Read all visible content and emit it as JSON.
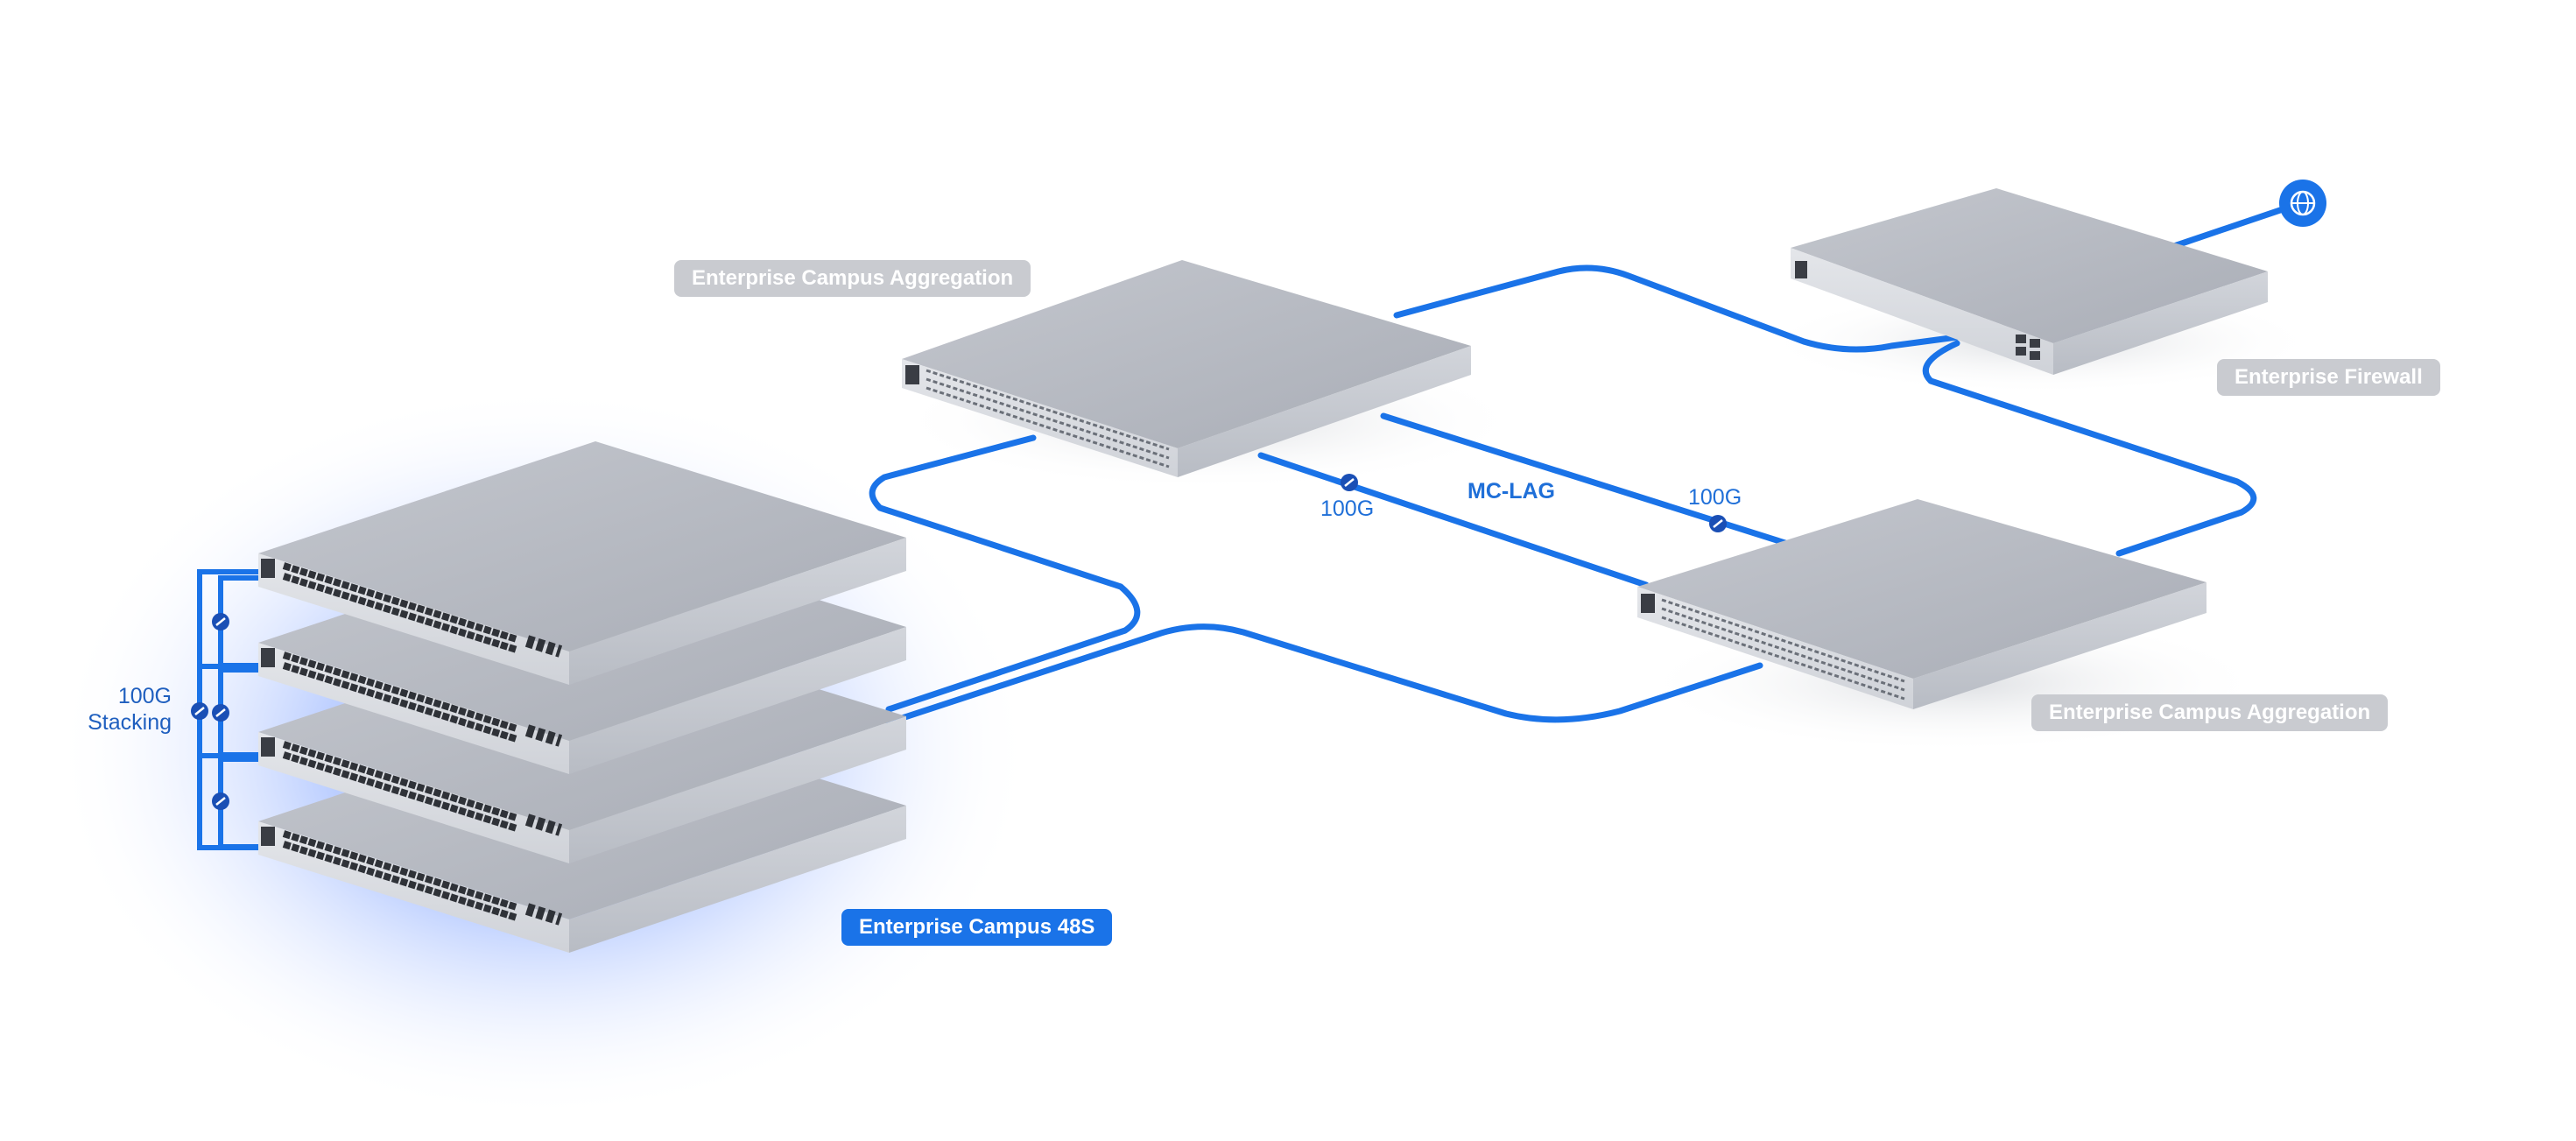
{
  "devices": {
    "campus_agg_top": "Enterprise Campus Aggregation",
    "campus_agg_bottom": "Enterprise Campus Aggregation",
    "firewall": "Enterprise Firewall",
    "campus_48s": "Enterprise Campus 48S"
  },
  "links": {
    "speed_left": "100G",
    "speed_right": "100G",
    "mc_lag": "MC-LAG"
  },
  "stacking": {
    "line1": "100G",
    "line2": "Stacking"
  },
  "icons": [
    "globe-icon",
    "link-icon"
  ],
  "colors": {
    "link_blue": "#1a73e8",
    "label_grey": "#c9cbd0",
    "label_active": "#1a73e8",
    "glow": "#5b8cff"
  }
}
